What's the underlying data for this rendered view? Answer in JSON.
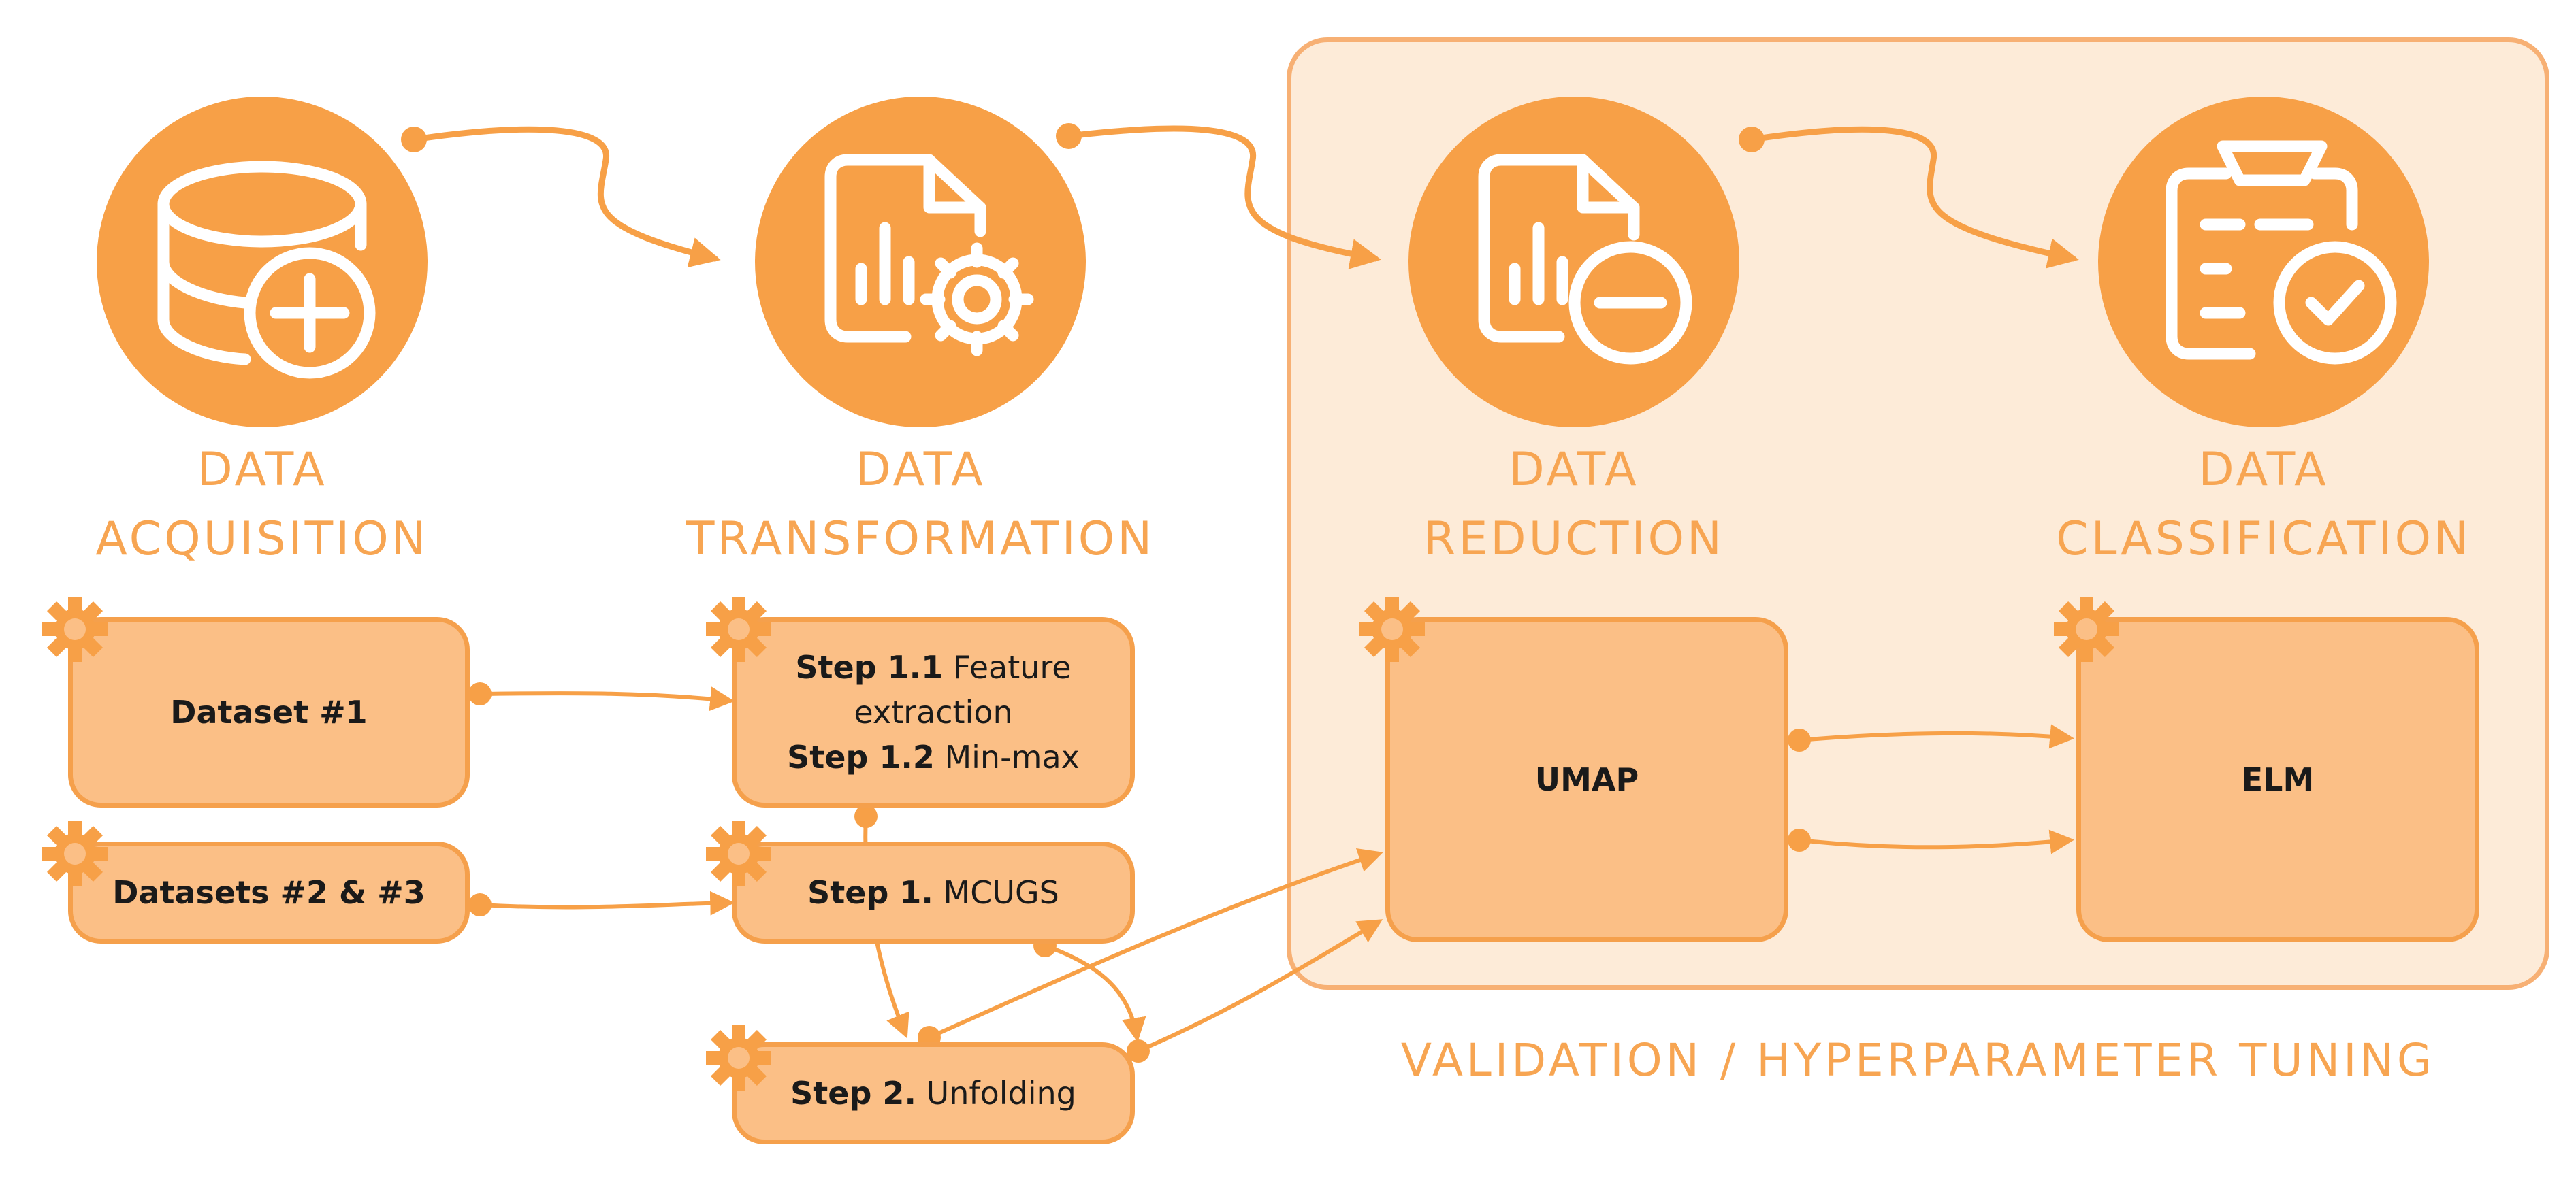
{
  "stages": {
    "acquisition": {
      "line1": "DATA",
      "line2": "ACQUISITION",
      "icon": "database-plus-icon"
    },
    "transformation": {
      "line1": "DATA",
      "line2": "TRANSFORMATION",
      "icon": "document-chart-gear-icon"
    },
    "reduction": {
      "line1": "DATA",
      "line2": "REDUCTION",
      "icon": "document-chart-minus-icon"
    },
    "classification": {
      "line1": "DATA",
      "line2": "CLASSIFICATION",
      "icon": "clipboard-check-icon"
    }
  },
  "boxes": {
    "dataset1": "Dataset #1",
    "datasets23": "Datasets #2 & #3",
    "step11_bold": "Step 1.1",
    "step11_text": "Feature",
    "step11_text2": "extraction",
    "step12_bold": "Step 1.2",
    "step12_text": "Min-max",
    "step1_bold": "Step 1.",
    "step1_text": "MCUGS",
    "step2_bold": "Step 2.",
    "step2_text": "Unfolding",
    "umap": "UMAP",
    "elm": "ELM"
  },
  "validation_label": "VALIDATION / HYPERPARAMETER TUNING",
  "colors": {
    "accent": "#f7a552",
    "circle": "#f7a047",
    "box_fill": "#fbbf86",
    "box_border": "#f5a04c",
    "panel_fill": "#fdebd8",
    "panel_border": "#f7b074"
  }
}
